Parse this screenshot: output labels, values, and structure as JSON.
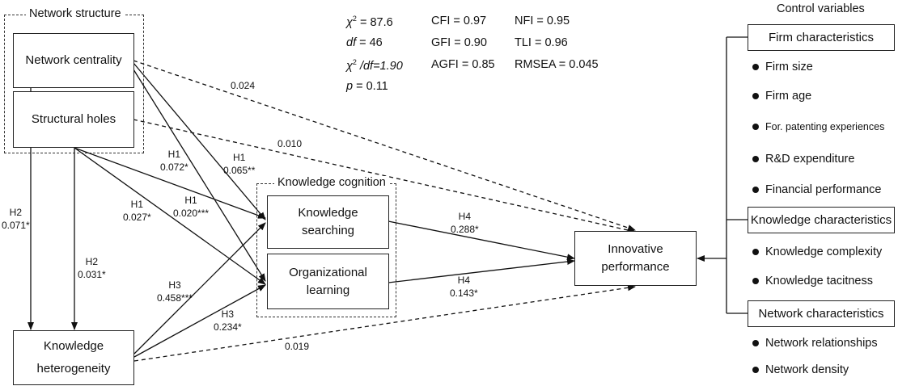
{
  "groups": {
    "network_structure": "Network structure",
    "knowledge_cognition": "Knowledge cognition"
  },
  "nodes": {
    "network_centrality": "Network centrality",
    "structural_holes": "Structural holes",
    "knowledge_searching": [
      "Knowledge",
      "searching"
    ],
    "organizational_learning": [
      "Organizational",
      "learning"
    ],
    "knowledge_heterogeneity": [
      "Knowledge",
      "heterogeneity"
    ],
    "innovative_performance": [
      "Innovative",
      "performance"
    ]
  },
  "fit_stats": {
    "chi2": "= 87.6",
    "df": "= 46",
    "chi2_df": "/df=1.90",
    "p": "= 0.11",
    "cfi": "CFI = 0.97",
    "gfi": "GFI = 0.90",
    "agfi": "AGFI = 0.85",
    "nfi": "NFI = 0.95",
    "tli": "TLI = 0.96",
    "rmsea": "RMSEA = 0.045"
  },
  "path_labels": {
    "nc_ip": "0.024",
    "sh_ip": "0.010",
    "kh_ip": "0.019",
    "h1_a": [
      "H1",
      "0.072*"
    ],
    "h1_b": [
      "H1",
      "0.065**"
    ],
    "h1_c": [
      "H1",
      "0.027*"
    ],
    "h1_d": [
      "H1",
      "0.020***"
    ],
    "h2_a": [
      "H2",
      "0.071*"
    ],
    "h2_b": [
      "H2",
      "0.031*"
    ],
    "h3_a": [
      "H3",
      "0.458***"
    ],
    "h3_b": [
      "H3",
      "0.234*"
    ],
    "h4_a": [
      "H4",
      "0.288*"
    ],
    "h4_b": [
      "H4",
      "0.143*"
    ]
  },
  "controls": {
    "title": "Control variables",
    "firm": {
      "title": "Firm characteristics",
      "items": [
        "Firm size",
        "Firm age",
        "For. patenting experiences",
        "R&D expenditure",
        "Financial performance"
      ]
    },
    "knowledge": {
      "title": "Knowledge characteristics",
      "items": [
        "Knowledge complexity",
        "Knowledge tacitness"
      ]
    },
    "network": {
      "title": "Network characteristics",
      "items": [
        "Network relationships",
        "Network density"
      ]
    }
  }
}
